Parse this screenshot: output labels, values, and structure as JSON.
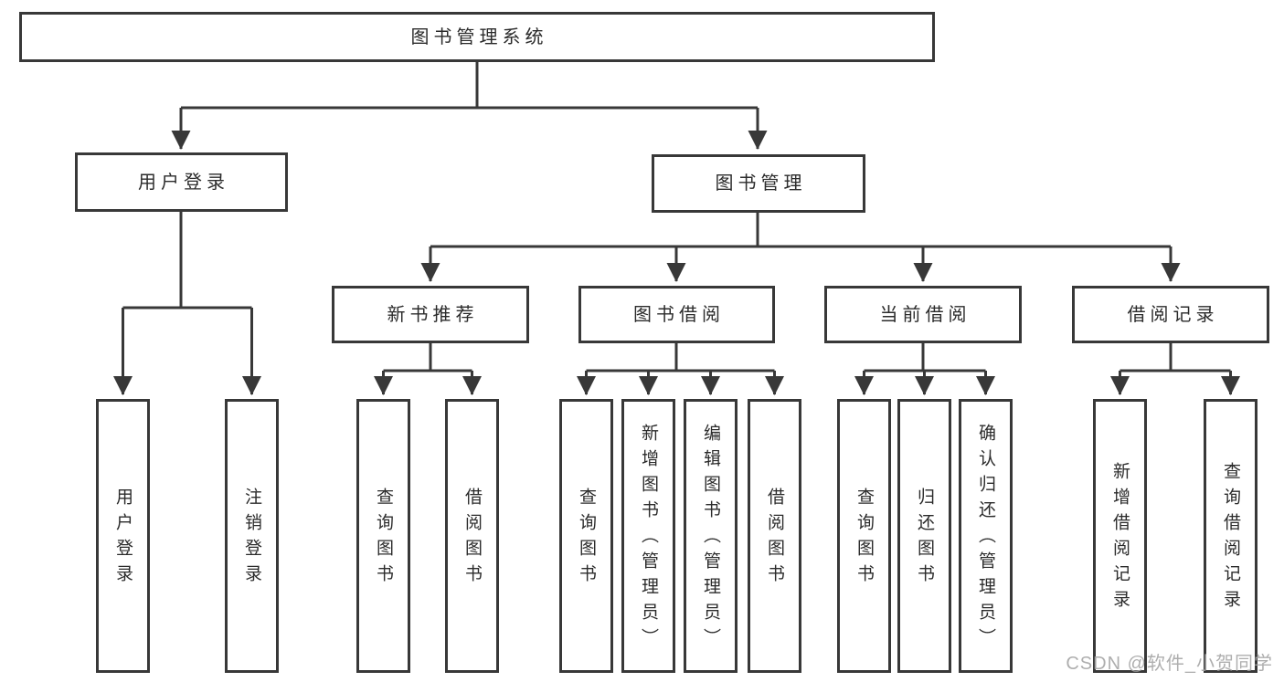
{
  "diagram": {
    "root": {
      "label": "图书管理系统",
      "children": [
        {
          "label": "用户登录",
          "children": [
            {
              "label": "用户登录"
            },
            {
              "label": "注销登录"
            }
          ]
        },
        {
          "label": "图书管理",
          "children": [
            {
              "label": "新书推荐",
              "children": [
                {
                  "label": "查询图书"
                },
                {
                  "label": "借阅图书"
                }
              ]
            },
            {
              "label": "图书借阅",
              "children": [
                {
                  "label": "查询图书"
                },
                {
                  "label": "新增图书（管理员）"
                },
                {
                  "label": "编辑图书（管理员）"
                },
                {
                  "label": "借阅图书"
                }
              ]
            },
            {
              "label": "当前借阅",
              "children": [
                {
                  "label": "查询图书"
                },
                {
                  "label": "归还图书"
                },
                {
                  "label": "确认归还（管理员）"
                }
              ]
            },
            {
              "label": "借阅记录",
              "children": [
                {
                  "label": "新增借阅记录"
                },
                {
                  "label": "查询借阅记录"
                }
              ]
            }
          ]
        }
      ]
    }
  },
  "watermark": {
    "text": "CSDN @软件_小贺同学"
  },
  "colors": {
    "line": "#383838",
    "text": "#2b2b2b",
    "background": "#ffffff",
    "watermark": "#a6a6a6"
  }
}
